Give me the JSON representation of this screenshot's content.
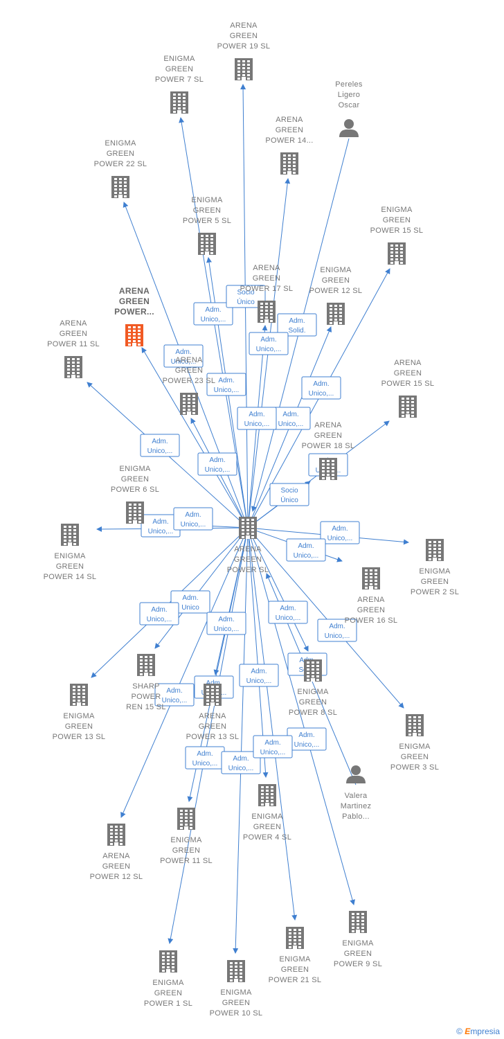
{
  "brand": {
    "copyright": "©",
    "name": "mpresia",
    "initial": "E"
  },
  "colors": {
    "edge": "#3f7fd0",
    "company": "#777777",
    "highlight": "#f15a24"
  },
  "center": {
    "id": "c",
    "lines": [
      "ARENA",
      "GREEN",
      "POWER  SL"
    ],
    "type": "company"
  },
  "nodes": [
    {
      "id": "n01",
      "lines": [
        "ARENA",
        "GREEN",
        "POWER 19  SL"
      ],
      "type": "company"
    },
    {
      "id": "n02",
      "lines": [
        "ENIGMA",
        "GREEN",
        "POWER 7  SL"
      ],
      "type": "company"
    },
    {
      "id": "n03",
      "lines": [
        "Pereles",
        "Ligero",
        "Oscar"
      ],
      "type": "person"
    },
    {
      "id": "n04",
      "lines": [
        "ARENA",
        "GREEN",
        "POWER 14..."
      ],
      "type": "company"
    },
    {
      "id": "n05",
      "lines": [
        "ENIGMA",
        "GREEN",
        "POWER 22  SL"
      ],
      "type": "company"
    },
    {
      "id": "n06",
      "lines": [
        "ENIGMA",
        "GREEN",
        "POWER 5  SL"
      ],
      "type": "company"
    },
    {
      "id": "n07",
      "lines": [
        "ENIGMA",
        "GREEN",
        "POWER 15  SL"
      ],
      "type": "company"
    },
    {
      "id": "n08",
      "lines": [
        "ARENA",
        "GREEN",
        "POWER 17  SL"
      ],
      "type": "company"
    },
    {
      "id": "n09",
      "lines": [
        "ENIGMA",
        "GREEN",
        "POWER 12  SL"
      ],
      "type": "company"
    },
    {
      "id": "n10",
      "lines": [
        "ARENA",
        "GREEN",
        "POWER..."
      ],
      "type": "highlight"
    },
    {
      "id": "n11",
      "lines": [
        "ARENA",
        "GREEN",
        "POWER 11  SL"
      ],
      "type": "company"
    },
    {
      "id": "n12",
      "lines": [
        "ARENA",
        "GREEN",
        "POWER 23  SL"
      ],
      "type": "company"
    },
    {
      "id": "n13",
      "lines": [
        "ARENA",
        "GREEN",
        "POWER 15  SL"
      ],
      "type": "company"
    },
    {
      "id": "n14",
      "lines": [
        "ARENA",
        "GREEN",
        "POWER 18  SL"
      ],
      "type": "company"
    },
    {
      "id": "n15",
      "lines": [
        "ENIGMA",
        "GREEN",
        "POWER 6  SL"
      ],
      "type": "company"
    },
    {
      "id": "n16",
      "lines": [
        "ENIGMA",
        "GREEN",
        "POWER 14  SL"
      ],
      "type": "company"
    },
    {
      "id": "n17",
      "lines": [
        "ENIGMA",
        "GREEN",
        "POWER 2  SL"
      ],
      "type": "company"
    },
    {
      "id": "n18",
      "lines": [
        "ARENA",
        "GREEN",
        "POWER 16  SL"
      ],
      "type": "company"
    },
    {
      "id": "n19",
      "lines": [
        "SHARP",
        "POWER",
        "REN 15  SL"
      ],
      "type": "company"
    },
    {
      "id": "n20",
      "lines": [
        "ENIGMA",
        "GREEN",
        "POWER 13  SL"
      ],
      "type": "company"
    },
    {
      "id": "n21",
      "lines": [
        "ARENA",
        "GREEN",
        "POWER 13  SL"
      ],
      "type": "company"
    },
    {
      "id": "n22",
      "lines": [
        "ENIGMA",
        "GREEN",
        "POWER 8  SL"
      ],
      "type": "company"
    },
    {
      "id": "n23",
      "lines": [
        "ENIGMA",
        "GREEN",
        "POWER 3  SL"
      ],
      "type": "company"
    },
    {
      "id": "n24",
      "lines": [
        "ENIGMA",
        "GREEN",
        "POWER 4  SL"
      ],
      "type": "company"
    },
    {
      "id": "n25",
      "lines": [
        "Valera",
        "Martinez",
        "Pablo..."
      ],
      "type": "person"
    },
    {
      "id": "n26",
      "lines": [
        "ARENA",
        "GREEN",
        "POWER 12  SL"
      ],
      "type": "company"
    },
    {
      "id": "n27",
      "lines": [
        "ENIGMA",
        "GREEN",
        "POWER 11  SL"
      ],
      "type": "company"
    },
    {
      "id": "n28",
      "lines": [
        "ENIGMA",
        "GREEN",
        "POWER 9  SL"
      ],
      "type": "company"
    },
    {
      "id": "n29",
      "lines": [
        "ENIGMA",
        "GREEN",
        "POWER 1  SL"
      ],
      "type": "company"
    },
    {
      "id": "n30",
      "lines": [
        "ENIGMA",
        "GREEN",
        "POWER 10  SL"
      ],
      "type": "company"
    },
    {
      "id": "n31",
      "lines": [
        "ENIGMA",
        "GREEN",
        "POWER 21  SL"
      ],
      "type": "company"
    }
  ],
  "edges": [
    {
      "from": "c",
      "to": "n01",
      "label": []
    },
    {
      "from": "c",
      "to": "n02",
      "label": [
        "Adm.",
        "Unico,..."
      ]
    },
    {
      "from": "n03",
      "to": "c",
      "label": [
        "Adm.",
        "Solid."
      ]
    },
    {
      "from": "c",
      "to": "n04",
      "label": [
        "Adm.",
        "Unico,..."
      ]
    },
    {
      "from": "c",
      "to": "n05",
      "label": [
        "Adm.",
        "Unico,..."
      ]
    },
    {
      "from": "c",
      "to": "n06",
      "label": [
        "Adm.",
        "Unico,..."
      ]
    },
    {
      "from": "c",
      "to": "n07",
      "label": [
        "Adm.",
        "Unico,..."
      ]
    },
    {
      "from": "c",
      "to": "n08",
      "label": [
        "Socio",
        "Único"
      ]
    },
    {
      "from": "c",
      "to": "n09",
      "label": [
        "Adm.",
        "Unico,..."
      ]
    },
    {
      "from": "c",
      "to": "n10",
      "label": [
        "Adm.",
        "Unico,..."
      ]
    },
    {
      "from": "c",
      "to": "n11",
      "label": [
        "Adm.",
        "Unico,..."
      ]
    },
    {
      "from": "c",
      "to": "n12",
      "label": [
        "Adm.",
        "Unico,..."
      ]
    },
    {
      "from": "c",
      "to": "n13",
      "label": [
        "Adm.",
        "Unico,..."
      ]
    },
    {
      "from": "c",
      "to": "n14",
      "label": [
        "Socio",
        "Único"
      ]
    },
    {
      "from": "c",
      "to": "n15",
      "label": [
        "Adm.",
        "Unico,..."
      ]
    },
    {
      "from": "c",
      "to": "n16",
      "label": [
        "Adm.",
        "Unico,..."
      ]
    },
    {
      "from": "c",
      "to": "n17",
      "label": [
        "Adm.",
        "Unico,..."
      ]
    },
    {
      "from": "c",
      "to": "n18",
      "label": [
        "Adm.",
        "Unico,..."
      ]
    },
    {
      "from": "c",
      "to": "n19",
      "label": [
        "Adm.",
        "Unico"
      ]
    },
    {
      "from": "c",
      "to": "n20",
      "label": [
        "Adm.",
        "Unico,..."
      ]
    },
    {
      "from": "c",
      "to": "n21",
      "label": [
        "Adm.",
        "Unico,..."
      ]
    },
    {
      "from": "c",
      "to": "n22",
      "label": [
        "Adm.",
        "Unico,..."
      ]
    },
    {
      "from": "c",
      "to": "n23",
      "label": [
        "Adm.",
        "Unico,..."
      ]
    },
    {
      "from": "c",
      "to": "n24",
      "label": [
        "Adm.",
        "Unico,..."
      ]
    },
    {
      "from": "n25",
      "to": "c",
      "label": [
        "Adm.",
        "Solid."
      ]
    },
    {
      "from": "c",
      "to": "n26",
      "label": [
        "Adm.",
        "Unico,..."
      ]
    },
    {
      "from": "c",
      "to": "n27",
      "label": [
        "Adm.",
        "Unico,..."
      ]
    },
    {
      "from": "c",
      "to": "n28",
      "label": [
        "Adm.",
        "Unico,..."
      ]
    },
    {
      "from": "c",
      "to": "n29",
      "label": [
        "Adm.",
        "Unico,..."
      ]
    },
    {
      "from": "c",
      "to": "n30",
      "label": [
        "Adm.",
        "Unico,..."
      ]
    },
    {
      "from": "c",
      "to": "n31",
      "label": [
        "Adm.",
        "Unico,..."
      ]
    }
  ]
}
